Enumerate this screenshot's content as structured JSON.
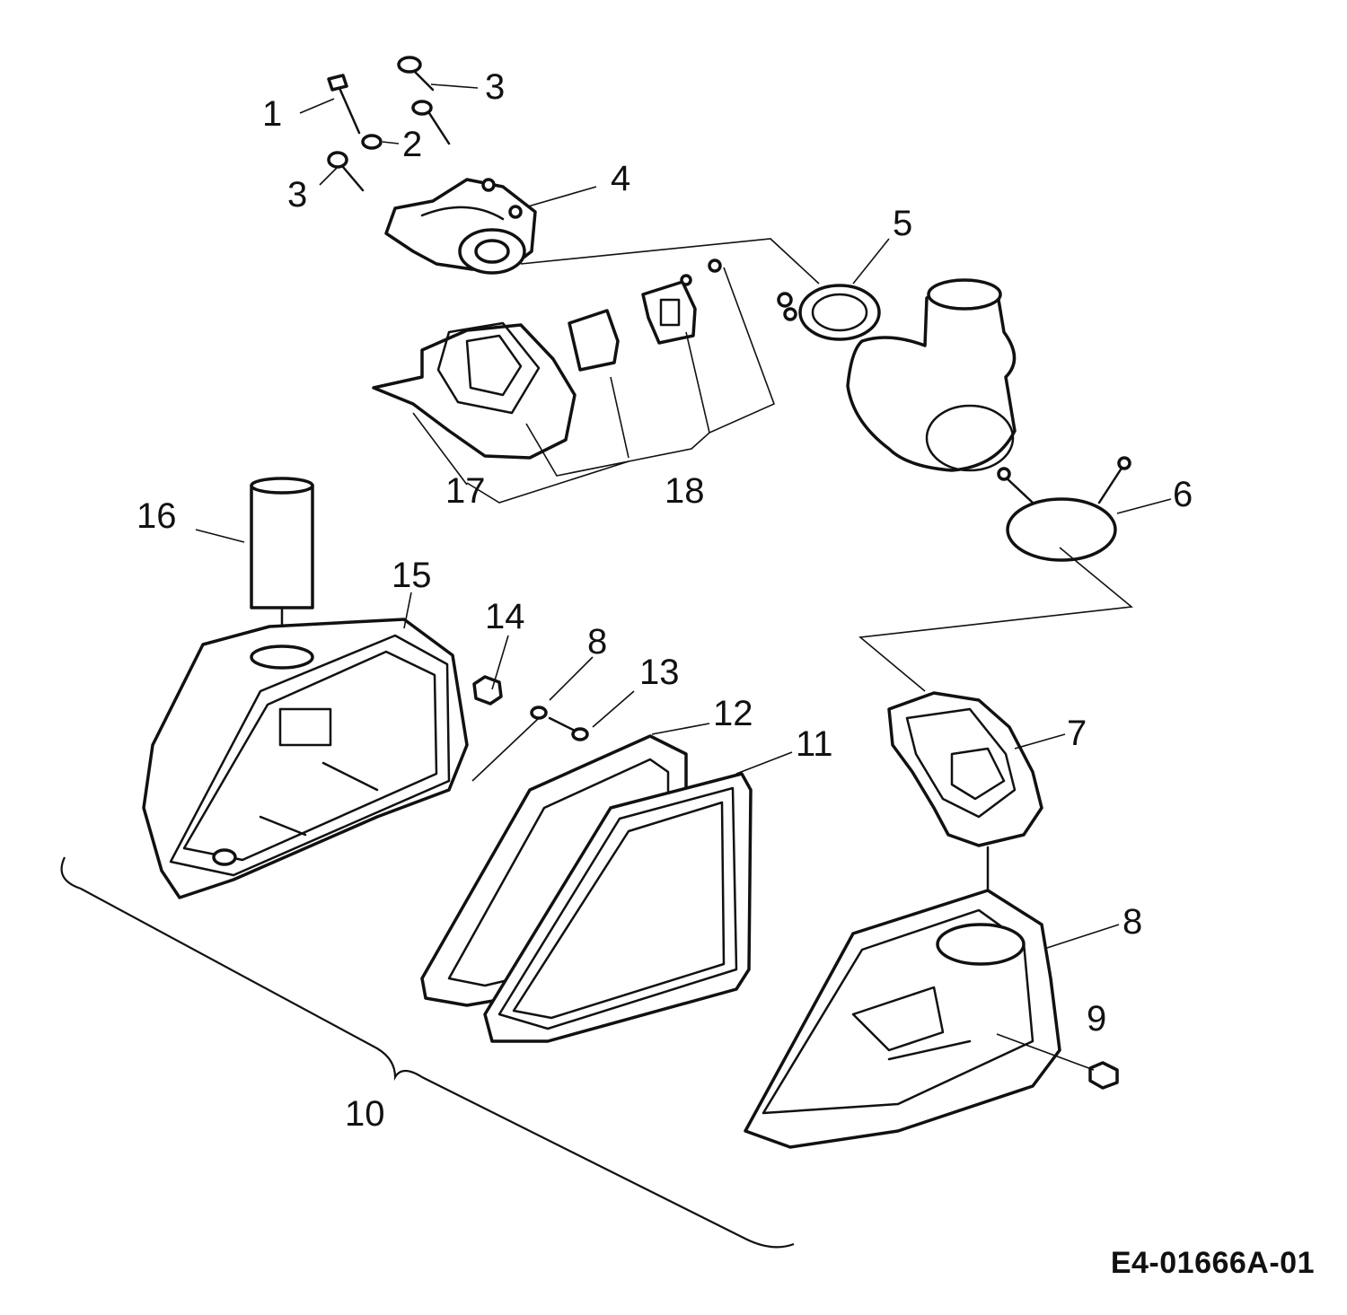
{
  "callouts": {
    "c1": "1",
    "c2": "2",
    "c3a": "3",
    "c3b": "3",
    "c4": "4",
    "c5": "5",
    "c6": "6",
    "c7": "7",
    "c8a": "8",
    "c8b": "8",
    "c9": "9",
    "c10": "10",
    "c11": "11",
    "c12": "12",
    "c13": "13",
    "c14": "14",
    "c15": "15",
    "c16": "16",
    "c17": "17",
    "c18": "18"
  },
  "diagram_code": "E4-01666A-01"
}
